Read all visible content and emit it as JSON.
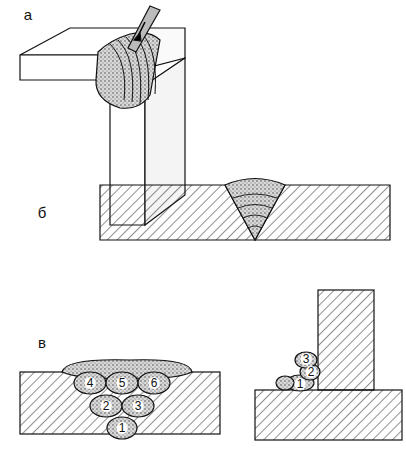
{
  "diagram": {
    "labels": [
      "а",
      "б",
      "в",
      "4",
      "5",
      "6",
      "2",
      "3",
      "1",
      "1",
      "2",
      "3"
    ]
  }
}
